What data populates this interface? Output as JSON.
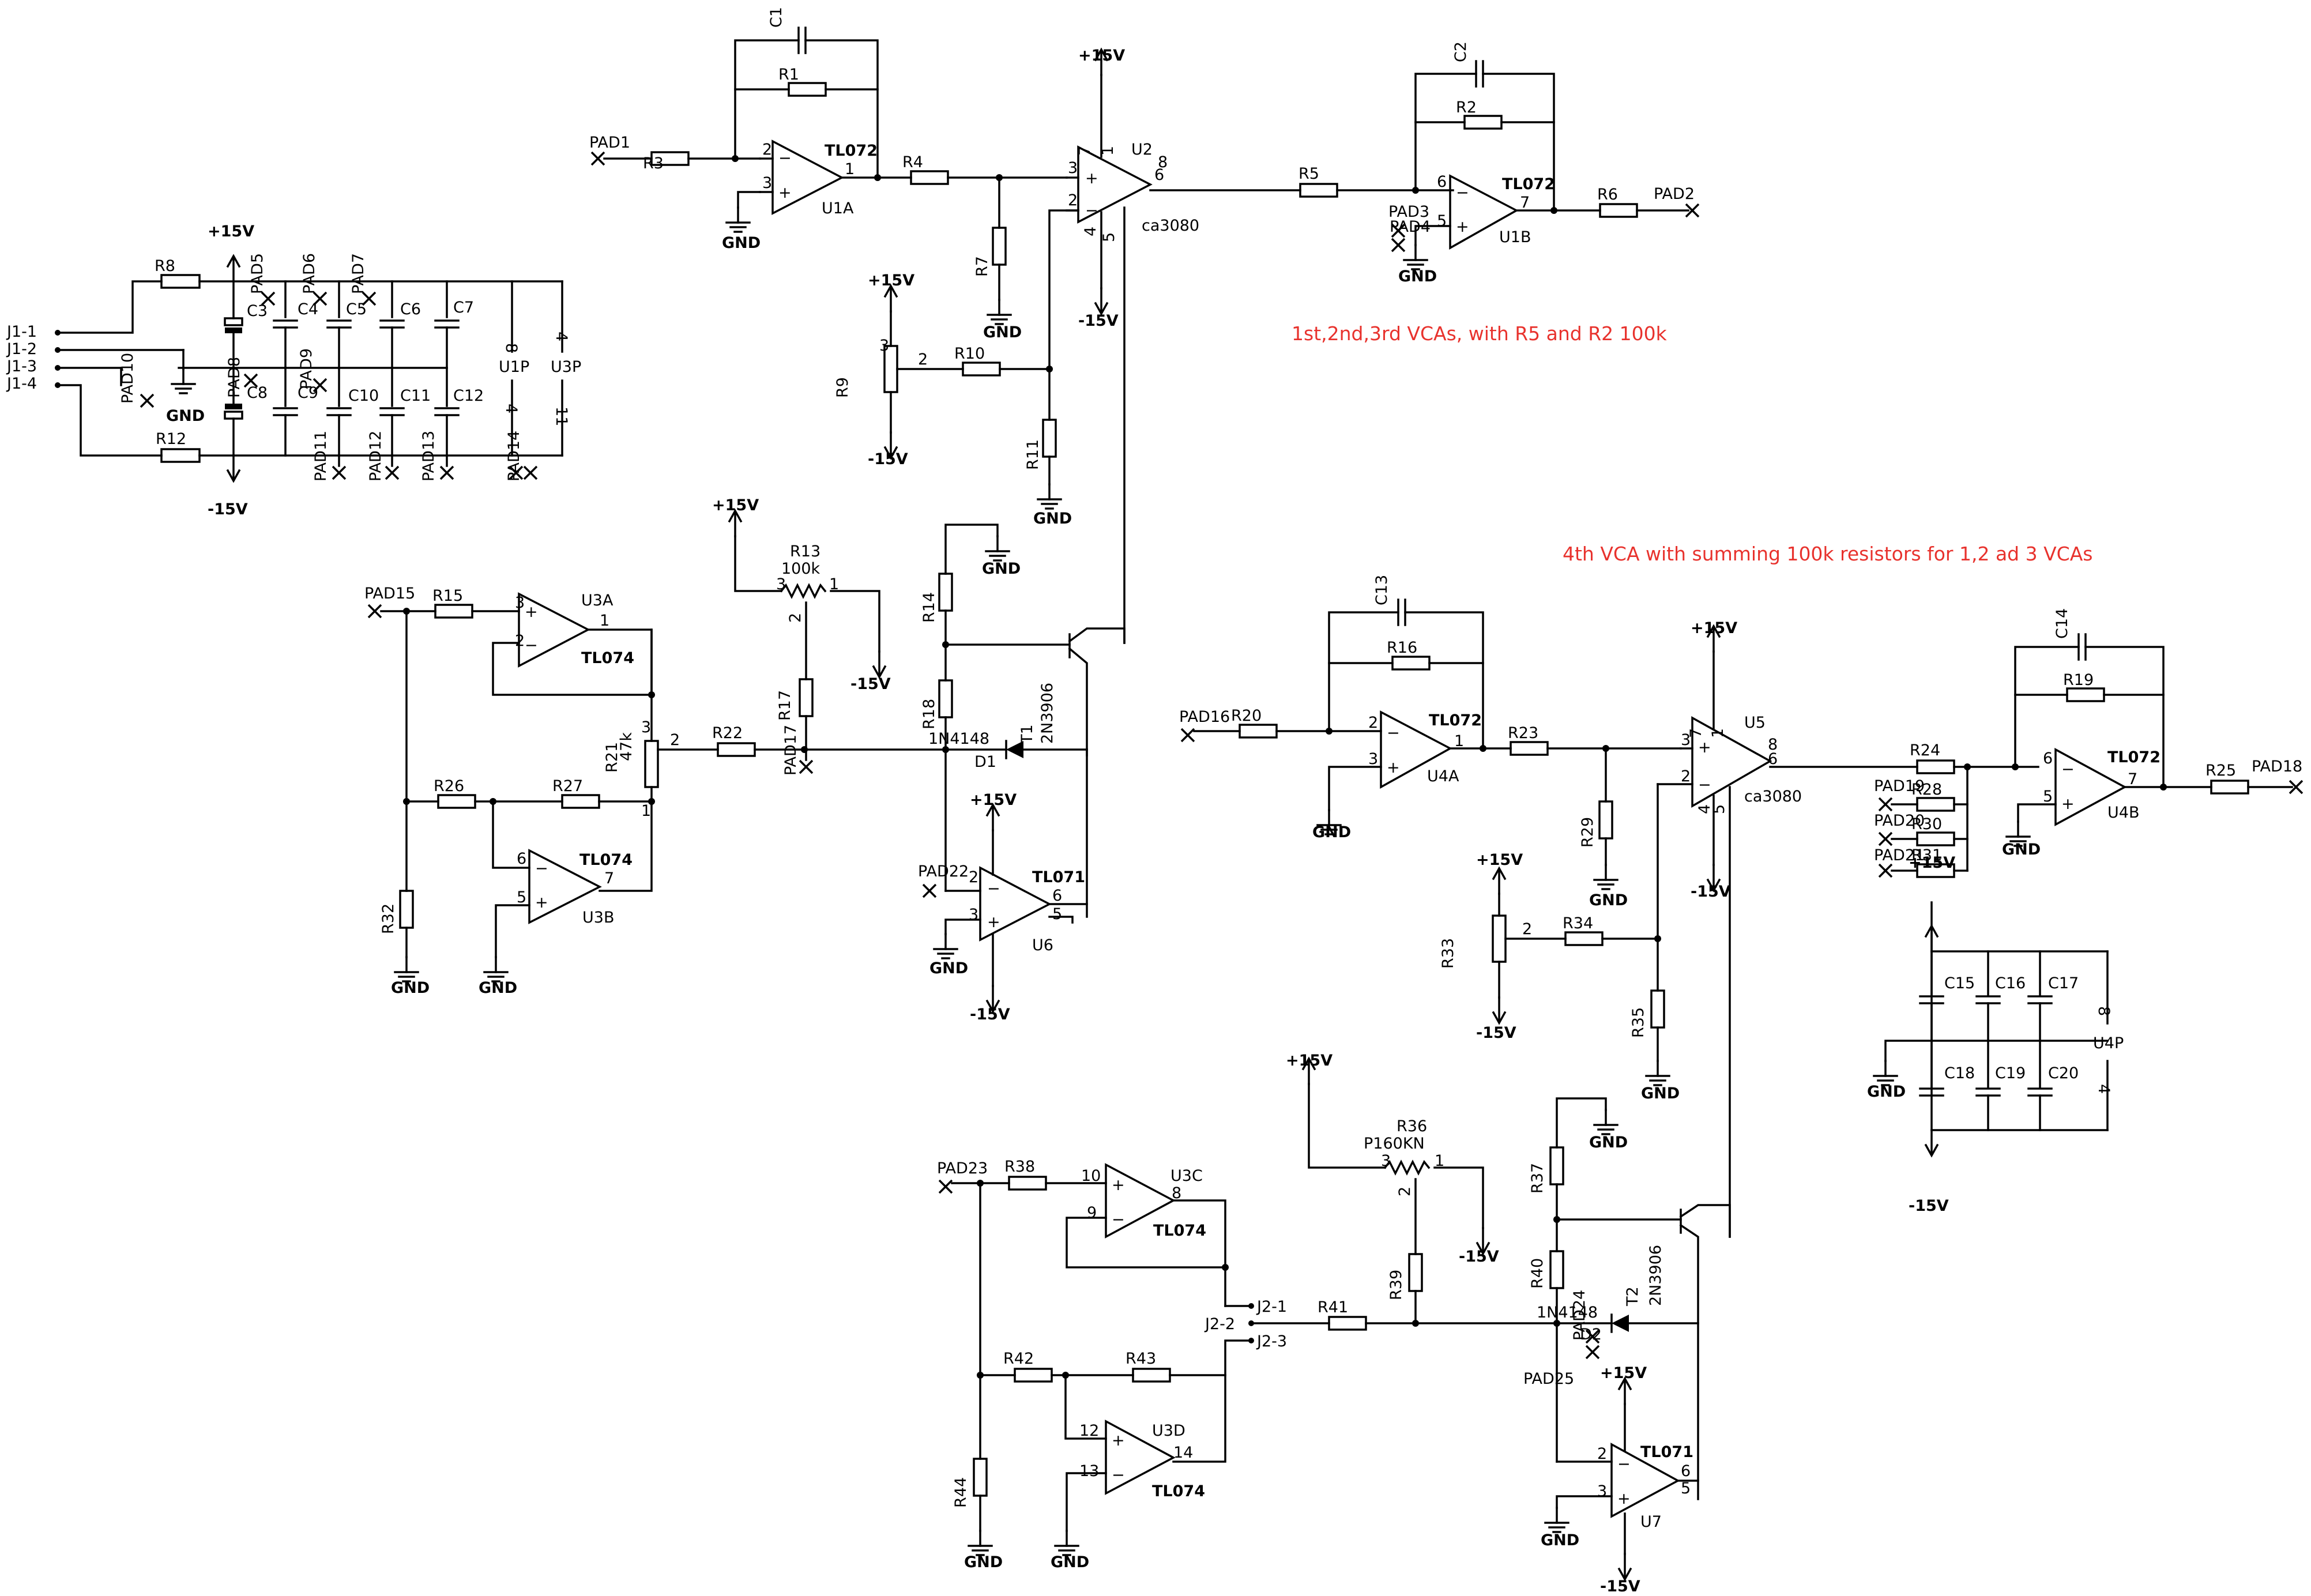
{
  "notes": {
    "top": "1st,2nd,3rd VCAs, with R5 and R2 100k",
    "mid": "4th VCA with summing 100k resistors for 1,2 ad 3 VCAs"
  },
  "colors": {
    "wire": "#000000",
    "note": "#e8322d",
    "background": "#ffffff"
  },
  "supply": {
    "pos": "+15V",
    "neg": "-15V",
    "gnd": "GND"
  },
  "connector": {
    "j1": [
      "J1-1",
      "J1-2",
      "J1-3",
      "J1-4"
    ],
    "j2": [
      "J2-1",
      "J2-2",
      "J2-3"
    ]
  },
  "resistors": {
    "R1": "R1",
    "R2": "R2",
    "R3": "R3",
    "R4": "R4",
    "R5": "R5",
    "R6": "R6",
    "R7": "R7",
    "R8": "R8",
    "R9": "R9",
    "R10": "R10",
    "R11": "R11",
    "R12": "R12",
    "R13": "R13",
    "R13v": "100k",
    "R14": "R14",
    "R15": "R15",
    "R16": "R16",
    "R17": "R17",
    "R18": "R18",
    "R19": "R19",
    "R20": "R20",
    "R21": "R21",
    "R21v": "47k",
    "R22": "R22",
    "R23": "R23",
    "R24": "R24",
    "R25": "R25",
    "R26": "R26",
    "R27": "R27",
    "R28": "R28",
    "R29": "R29",
    "R30": "R30",
    "R31": "R31",
    "R32": "R32",
    "R33": "R33",
    "R34": "R34",
    "R35": "R35",
    "R36": "R36",
    "R36v": "P160KN",
    "R37": "R37",
    "R38": "R38",
    "R39": "R39",
    "R40": "R40",
    "R41": "R41",
    "R42": "R42",
    "R43": "R43",
    "R44": "R44"
  },
  "capacitors": {
    "C1": "C1",
    "C2": "C2",
    "C3": "C3",
    "C4": "C4",
    "C5": "C5",
    "C6": "C6",
    "C7": "C7",
    "C8": "C8",
    "C9": "C9",
    "C10": "C10",
    "C11": "C11",
    "C12": "C12",
    "C13": "C13",
    "C14": "C14",
    "C15": "C15",
    "C16": "C16",
    "C17": "C17",
    "C18": "C18",
    "C19": "C19",
    "C20": "C20"
  },
  "ics": {
    "U1A": "U1A",
    "U1B": "U1B",
    "U1P": "U1P",
    "U2": "U2",
    "U3A": "U3A",
    "U3B": "U3B",
    "U3C": "U3C",
    "U3D": "U3D",
    "U3P": "U3P",
    "U4A": "U4A",
    "U4B": "U4B",
    "U4P": "U4P",
    "U5": "U5",
    "U6": "U6",
    "U7": "U7",
    "TL072": "TL072",
    "TL074": "TL074",
    "TL071": "TL071",
    "CA3080": "ca3080"
  },
  "semis": {
    "T1": "T1",
    "T2": "T2",
    "T1v": "2N3906",
    "T2v": "2N3906",
    "D1": "D1",
    "D2": "D2",
    "Dv": "1N4148"
  },
  "pads": {
    "PAD1": "PAD1",
    "PAD2": "PAD2",
    "PAD3": "PAD3",
    "PAD4": "PAD4",
    "PAD5": "PAD5",
    "PAD6": "PAD6",
    "PAD7": "PAD7",
    "PAD8": "PAD8",
    "PAD9": "PAD9",
    "PAD10": "PAD10",
    "PAD11": "PAD11",
    "PAD12": "PAD12",
    "PAD13": "PAD13",
    "PAD14": "PAD14",
    "PAD15": "PAD15",
    "PAD16": "PAD16",
    "PAD17": "PAD17",
    "PAD18": "PAD18",
    "PAD19": "PAD19",
    "PAD20": "PAD20",
    "PAD21": "PAD21",
    "PAD22": "PAD22",
    "PAD23": "PAD23",
    "PAD24": "PAD24",
    "PAD25": "PAD25"
  },
  "pins": {
    "p1": "1",
    "p2": "2",
    "p3": "3",
    "p4": "4",
    "p5": "5",
    "p6": "6",
    "p7": "7",
    "p8": "8",
    "p9": "9",
    "p10": "10",
    "p11": "11",
    "p12": "12",
    "p13": "13",
    "p14": "14"
  }
}
